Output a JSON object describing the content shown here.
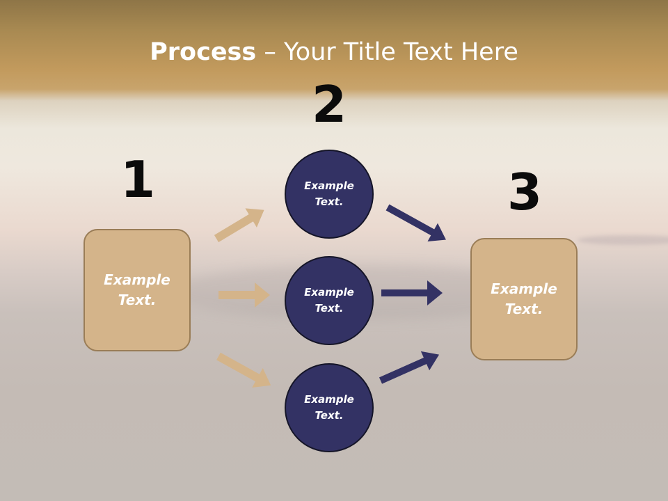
{
  "title": {
    "bold": "Process",
    "rest": " – Your Title Text Here"
  },
  "steps": [
    "1",
    "2",
    "3"
  ],
  "left_box": {
    "text": "Example Text."
  },
  "circles": [
    {
      "text": "Example Text."
    },
    {
      "text": "Example Text."
    },
    {
      "text": "Example Text."
    }
  ],
  "right_box": {
    "text": "Example Text."
  },
  "colors": {
    "box_fill": "#d4b48a",
    "circle_fill": "#333264",
    "arrow_left": "#d4b48a",
    "arrow_right": "#333264"
  }
}
